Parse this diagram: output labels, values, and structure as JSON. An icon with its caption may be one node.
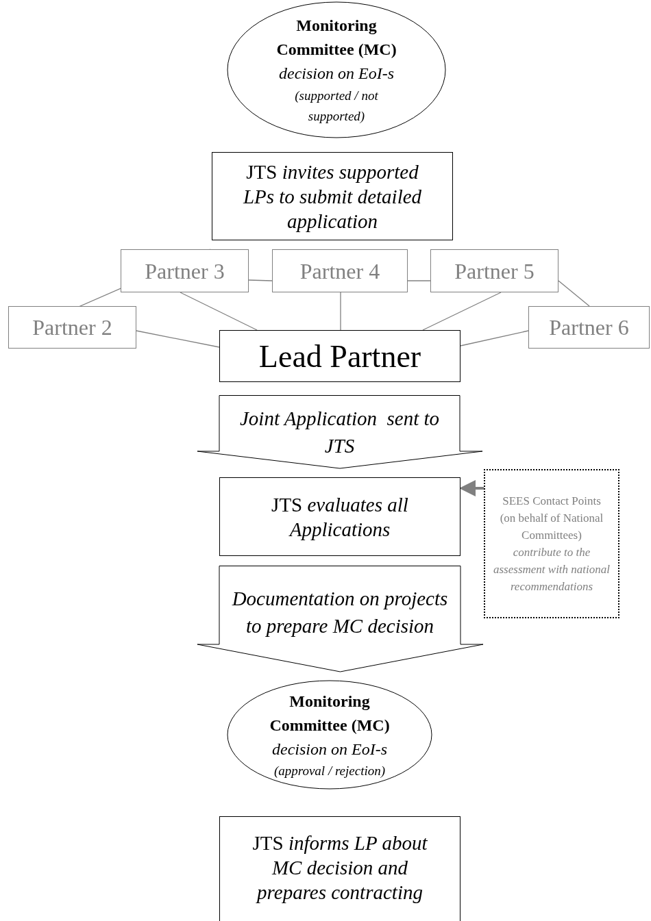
{
  "diagram": {
    "nodes": [
      {
        "text": [
          "Monitoring Committee (MC)",
          "decision on EoI-s",
          "(supported / not supported)"
        ]
      },
      {
        "text": [
          "JTS *invites supported LPs to submit detailed application*"
        ]
      },
      {
        "text": [
          "Partner 3"
        ]
      },
      {
        "text": [
          "Partner 4"
        ]
      },
      {
        "text": [
          "Partner 5"
        ]
      },
      {
        "text": [
          "Partner 2"
        ]
      },
      {
        "text": [
          "Lead Partner"
        ]
      },
      {
        "text": [
          "Partner 6"
        ]
      },
      {
        "text": [
          "Joint Application  sent to JTS"
        ]
      },
      {
        "text": [
          "JTS *evaluates all Applications*"
        ]
      },
      {
        "text": [
          "SEES Contact Points (on behalf of National Committees)",
          "contribute to the assessment with national recommendations"
        ]
      },
      {
        "text": [
          "Documentation on projects to prepare MC decision"
        ]
      },
      {
        "text": [
          "Monitoring Committee (MC)",
          "decision on EoI-s",
          "(approval / rejection)"
        ]
      },
      {
        "text": [
          "JTS *informs LP about MC decision and prepares contracting*"
        ]
      }
    ],
    "edges": [
      {
        "from": 5,
        "to": 2,
        "arrow": "none",
        "color": "#808080"
      },
      {
        "from": 2,
        "to": 3,
        "arrow": "none",
        "color": "#808080"
      },
      {
        "from": 3,
        "to": 4,
        "arrow": "none",
        "color": "#808080"
      },
      {
        "from": 4,
        "to": 7,
        "arrow": "none",
        "color": "#808080"
      },
      {
        "from": 5,
        "to": 6,
        "arrow": "none",
        "color": "#808080"
      },
      {
        "from": 2,
        "to": 6,
        "arrow": "none",
        "color": "#808080"
      },
      {
        "from": 3,
        "to": 6,
        "arrow": "none",
        "color": "#808080"
      },
      {
        "from": 4,
        "to": 6,
        "arrow": "none",
        "color": "#808080"
      },
      {
        "from": 7,
        "to": 6,
        "arrow": "none",
        "color": "#808080"
      },
      {
        "from": 10,
        "to": 9,
        "arrow": "to",
        "style": "thick",
        "color": "#808080"
      }
    ]
  }
}
